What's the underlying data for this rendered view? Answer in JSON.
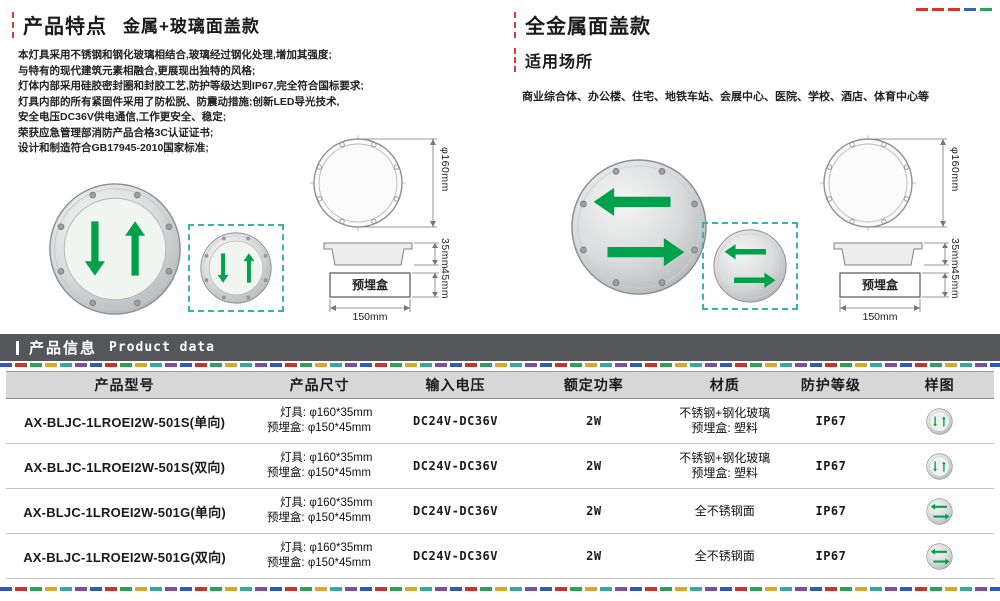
{
  "left": {
    "title": "产品特点",
    "subtitle": "金属+玻璃面盖款",
    "features": [
      "本灯具采用不锈钢和钢化玻璃相结合,玻璃经过钢化处理,增加其强度;",
      "与特有的现代建筑元素相融合,更展现出独特的风格;",
      "灯体内部采用硅胶密封圈和封胶工艺,防护等级达到IP67,完全符合国标要求;",
      "灯具内部的所有紧固件采用了防松脱、防震动措施;创新LED导光技术,",
      "安全电压DC36V供电通信,工作更安全、稳定;",
      "荣获应急管理部消防产品合格3C认证证书;",
      "设计和制造符合GB17945-2010国家标准;"
    ]
  },
  "right": {
    "title": "全金属面盖款",
    "section_title": "适用场所",
    "places": "商业综合体、办公楼、住宅、地铁车站、会展中心、医院、学校、酒店、体育中心等"
  },
  "diagram": {
    "diameter": "φ160mm",
    "lamp_height": "35mm",
    "box_height": "45mm",
    "box_label": "预埋盒",
    "box_width": "150mm"
  },
  "info_bar": {
    "title_cn": "产品信息",
    "title_en": "Product data"
  },
  "table": {
    "headers": [
      "产品型号",
      "产品尺寸",
      "输入电压",
      "额定功率",
      "材质",
      "防护等级",
      "样图"
    ],
    "rows": [
      {
        "model": "AX-BLJC-1LROEI2W-501S(单向)",
        "size1": "灯具: φ160*35mm",
        "size2": "预埋盒: φ150*45mm",
        "voltage": "DC24V-DC36V",
        "power": "2W",
        "material1": "不锈钢+钢化玻璃",
        "material2": "预埋盒: 塑料",
        "rating": "IP67"
      },
      {
        "model": "AX-BLJC-1LROEI2W-501S(双向)",
        "size1": "灯具: φ160*35mm",
        "size2": "预埋盒: φ150*45mm",
        "voltage": "DC24V-DC36V",
        "power": "2W",
        "material1": "不锈钢+钢化玻璃",
        "material2": "预埋盒: 塑料",
        "rating": "IP67"
      },
      {
        "model": "AX-BLJC-1LROEI2W-501G(单向)",
        "size1": "灯具: φ160*35mm",
        "size2": "预埋盒: φ150*45mm",
        "voltage": "DC24V-DC36V",
        "power": "2W",
        "material1": "全不锈钢面",
        "material2": "",
        "rating": "IP67"
      },
      {
        "model": "AX-BLJC-1LROEI2W-501G(双向)",
        "size1": "灯具: φ160*35mm",
        "size2": "预埋盒: φ150*45mm",
        "voltage": "DC24V-DC36V",
        "power": "2W",
        "material1": "全不锈钢面",
        "material2": "",
        "rating": "IP67"
      }
    ]
  }
}
